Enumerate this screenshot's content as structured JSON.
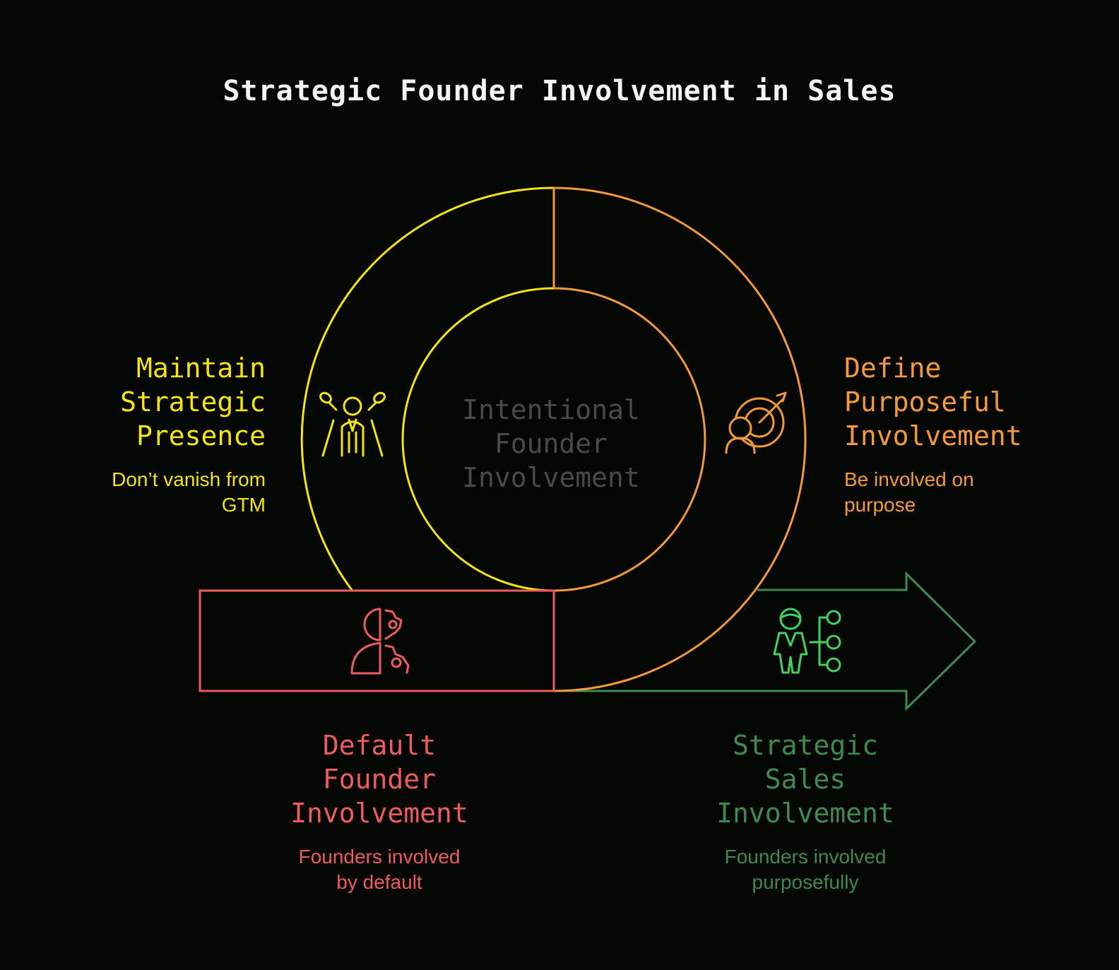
{
  "title": "Strategic Founder Involvement in Sales",
  "center": {
    "label": "Intentional\nFounder\nInvolvement"
  },
  "maintain": {
    "heading": "Maintain\nStrategic\nPresence",
    "desc": "Don’t vanish from\nGTM",
    "icon": "leader-spotlight-icon"
  },
  "define": {
    "heading": "Define\nPurposeful\nInvolvement",
    "desc": "Be involved on\npurpose",
    "icon": "person-target-icon"
  },
  "default": {
    "heading": "Default\nFounder\nInvolvement",
    "desc": "Founders involved\nby default",
    "icon": "head-gears-icon"
  },
  "strategic": {
    "heading": "Strategic\nSales\nInvolvement",
    "desc": "Founders involved\npurposefully",
    "icon": "person-network-icon"
  },
  "colors": {
    "background": "#030603",
    "title": "#f4f4f4",
    "yellow": "#f5e50c",
    "orange": "#f59a3b",
    "red": "#ee5d5d",
    "green": "#3f8a4f",
    "green_icon": "#42d35e",
    "center_text": "#4a4a4a"
  }
}
